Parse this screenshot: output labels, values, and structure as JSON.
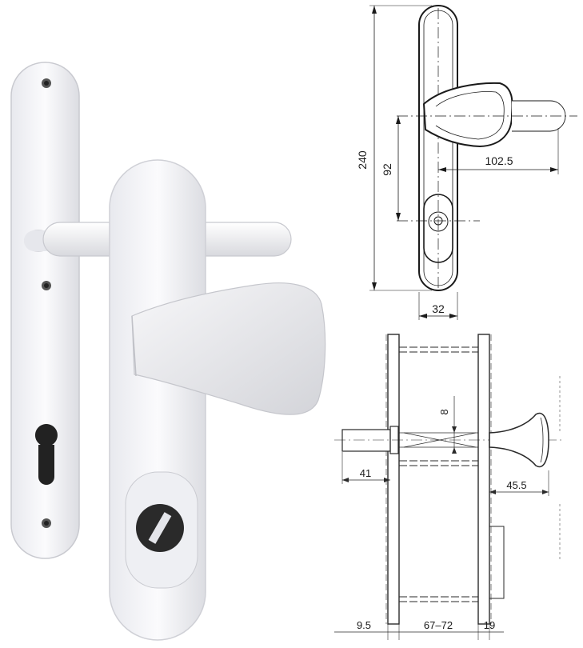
{
  "product_render": {
    "description_icon": "handle-plate-icon"
  },
  "front_drawing": {
    "dims": {
      "height_total": "240",
      "center_distance": "92",
      "projection": "102.5",
      "width": "32"
    }
  },
  "side_drawing": {
    "dims": {
      "spindle": "41",
      "knob_projection": "45.5",
      "spindle_square": "8",
      "plate_thickness_left": "9.5",
      "door_thickness": "67–72",
      "plate_thickness_right": "19"
    }
  },
  "colors": {
    "line": "#1a1a1a",
    "plate_white": "#f4f4f6",
    "plate_shade": "#d9dadf",
    "background": "#ffffff"
  }
}
